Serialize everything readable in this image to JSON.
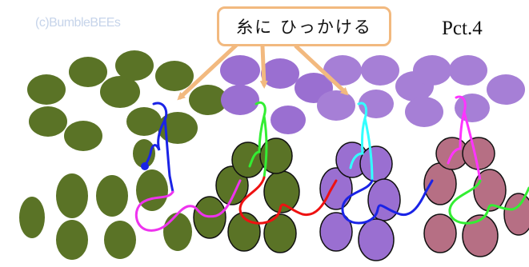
{
  "copyright": "(c)BumbleBEEs",
  "callout_label": "糸に ひっかける",
  "picture_number": "Pct.4",
  "colors": {
    "green_petal": "#5a7326",
    "purple_petal": "#9a6fd1",
    "light_purple_petal": "#a67fd6",
    "mauve_petal": "#b66f84",
    "thread_blue": "#1a23e6",
    "thread_green": "#33ff33",
    "thread_cyan": "#33ffff",
    "thread_magenta": "#ff33ff",
    "thread_red": "#ee1111",
    "callout_border": "#f2b97f"
  }
}
